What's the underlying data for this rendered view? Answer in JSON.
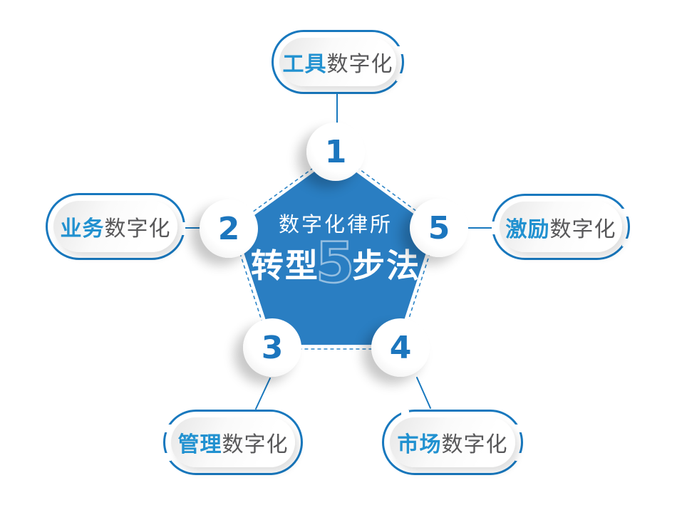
{
  "center": {
    "line1": "数字化律所",
    "line2_prefix": "转型",
    "line2_number": "5",
    "line2_suffix": "步法"
  },
  "steps": [
    {
      "number": "1",
      "highlight": "工具",
      "rest": "数字化"
    },
    {
      "number": "2",
      "highlight": "业务",
      "rest": "数字化"
    },
    {
      "number": "3",
      "highlight": "管理",
      "rest": "数字化"
    },
    {
      "number": "4",
      "highlight": "市场",
      "rest": "数字化"
    },
    {
      "number": "5",
      "highlight": "激励",
      "rest": "数字化"
    }
  ],
  "colors": {
    "pentagon_fill": "#2A7EC2",
    "ring_stroke": "#1878BE",
    "dashed_line": "#2E86C8",
    "number_text": "#1C76BE",
    "label_highlight": "#2191D0",
    "label_rest": "#58585A",
    "background": "#FFFFFF"
  }
}
